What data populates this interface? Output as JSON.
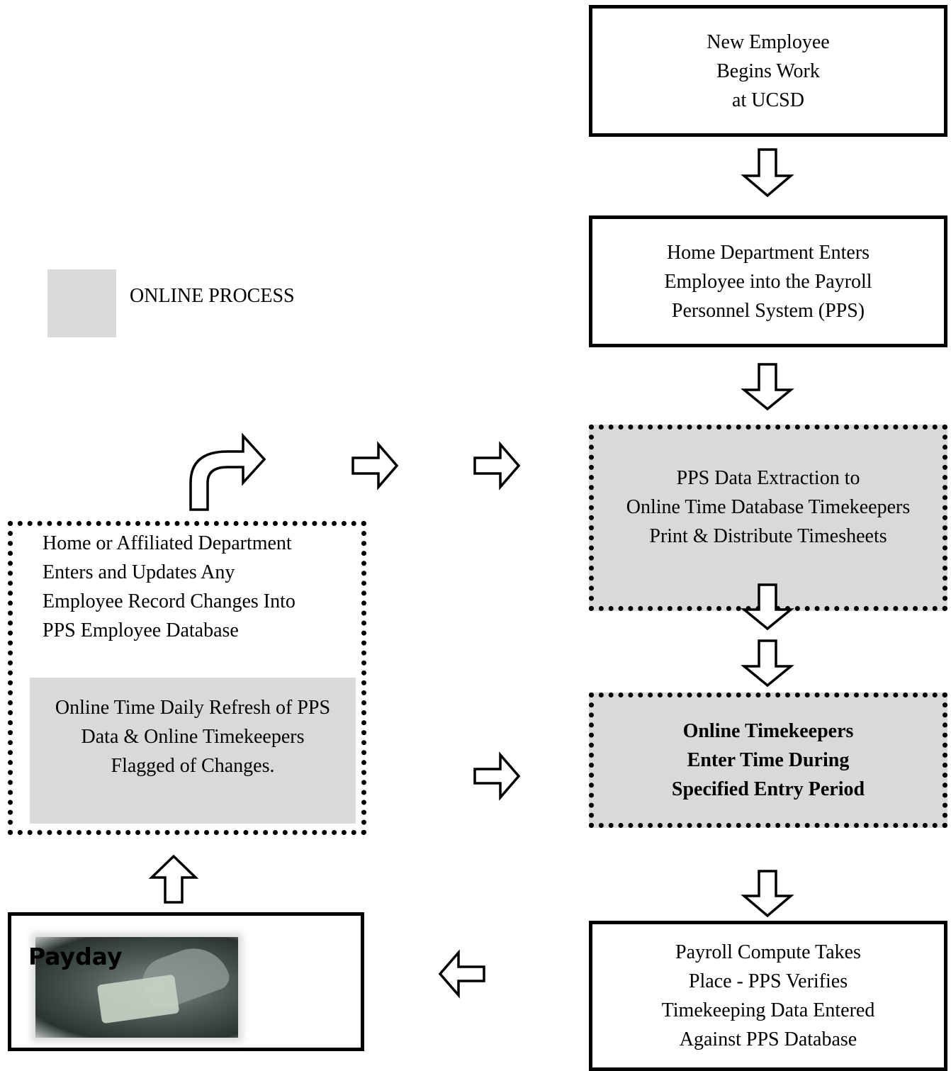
{
  "legend": {
    "label": "ONLINE PROCESS",
    "swatch_color": "#d9d9d9"
  },
  "boxes": {
    "new_employee": [
      "New Employee",
      "Begins Work",
      "at UCSD"
    ],
    "home_department": [
      "Home Department Enters",
      "Employee into the Payroll",
      "Personnel System (PPS)"
    ],
    "pps_extraction": [
      "PPS Data Extraction to",
      "Online Time Database Timekeepers",
      "Print & Distribute Timesheets"
    ],
    "timekeepers_enter": [
      "Online Timekeepers",
      "Enter Time During",
      "Specified Entry Period"
    ],
    "payroll_compute": [
      "Payroll Compute Takes",
      "Place - PPS Verifies",
      "Timekeeping Data Entered",
      "Against PPS Database"
    ],
    "record_changes": [
      "Home or Affiliated Department",
      "Enters and Updates Any",
      "Employee Record Changes Into",
      "PPS Employee Database"
    ],
    "daily_refresh": [
      "Online Time Daily Refresh of PPS",
      "Data & Online Timekeepers",
      "Flagged of Changes."
    ],
    "payday": "Payday"
  },
  "colors": {
    "online_fill": "#d9d9d9",
    "border": "#000000",
    "background": "#ffffff"
  }
}
